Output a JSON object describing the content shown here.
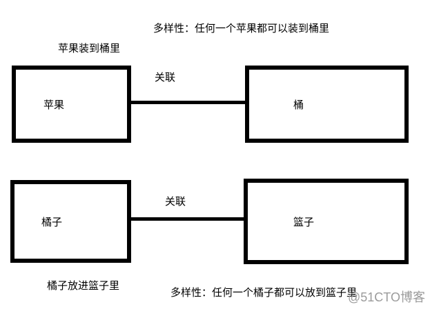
{
  "titles": {
    "top": "多样性：任何一个苹果都可以装到桶里",
    "bottom": "多样性：任何一个橘子都可以放到篮子里"
  },
  "captions": {
    "top_left": "苹果装到桶里",
    "bottom_left": "橘子放进篮子里"
  },
  "diagram": {
    "rows": [
      {
        "left_box_label": "苹果",
        "right_box_label": "桶",
        "connector_label": "关联"
      },
      {
        "left_box_label": "橘子",
        "right_box_label": "篮子",
        "connector_label": "关联"
      }
    ]
  },
  "watermark": {
    "text": "@51CTO博客",
    "color": "#9b9b9b"
  },
  "colors": {
    "background": "#ffffff",
    "shape_border": "#000000",
    "connector_line": "#000000",
    "text": "#000000"
  }
}
